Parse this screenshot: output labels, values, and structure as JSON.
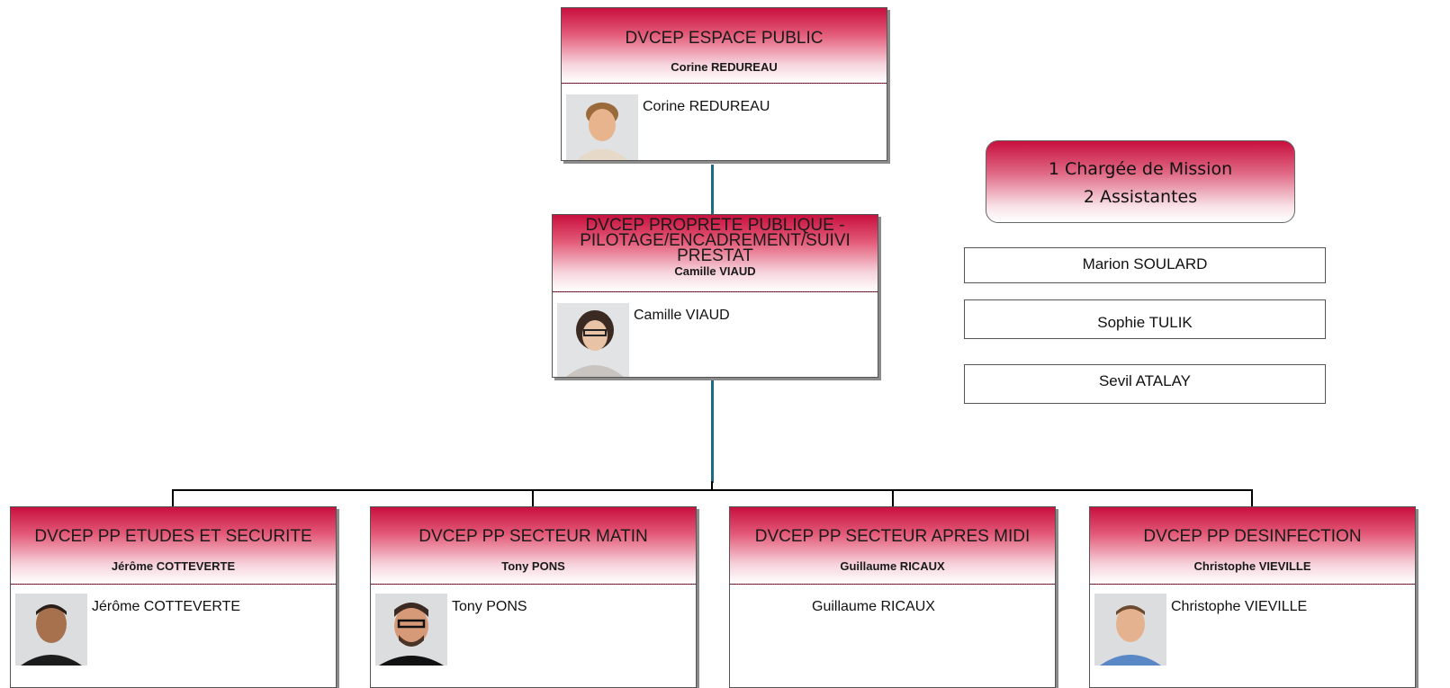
{
  "top": {
    "title": "DVCEP ESPACE PUBLIC",
    "manager": "Corine REDUREAU",
    "person": "Corine REDUREAU"
  },
  "mid": {
    "title_lines": [
      "DVCEP PROPRETE PUBLIQUE -",
      "PILOTAGE/ENCADREMENT/SUIVI",
      "PRESTAT"
    ],
    "manager": "Camille VIAUD",
    "person": "Camille VIAUD"
  },
  "support": {
    "lines": [
      "1 Chargée de Mission",
      "2 Assistantes"
    ],
    "staff": [
      "Marion SOULARD",
      "Sophie TULIK",
      "Sevil ATALAY"
    ]
  },
  "units": [
    {
      "title": "DVCEP PP ETUDES ET SECURITE",
      "manager": "Jérôme COTTEVERTE",
      "person": "Jérôme COTTEVERTE"
    },
    {
      "title": "DVCEP PP SECTEUR MATIN",
      "manager": "Tony PONS",
      "person": "Tony PONS"
    },
    {
      "title": "DVCEP PP SECTEUR APRES MIDI",
      "manager": "Guillaume RICAUX",
      "person": "Guillaume RICAUX"
    },
    {
      "title": "DVCEP PP DESINFECTION",
      "manager": "Christophe VIEVILLE",
      "person": "Christophe VIEVILLE"
    }
  ],
  "colors": {
    "header_red": "#c8103e",
    "connector_blue": "#1f6a86"
  }
}
